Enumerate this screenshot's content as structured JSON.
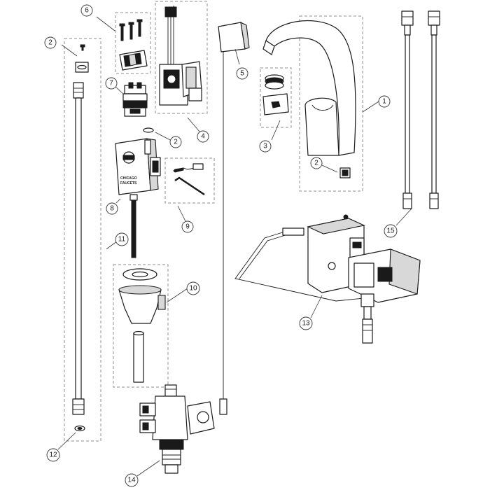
{
  "diagram": {
    "callouts": [
      {
        "id": "c1",
        "label": "1"
      },
      {
        "id": "c2a",
        "label": "2"
      },
      {
        "id": "c2b",
        "label": "2"
      },
      {
        "id": "c2c",
        "label": "2"
      },
      {
        "id": "c3",
        "label": "3"
      },
      {
        "id": "c4",
        "label": "4"
      },
      {
        "id": "c5",
        "label": "5"
      },
      {
        "id": "c6",
        "label": "6"
      },
      {
        "id": "c7",
        "label": "7"
      },
      {
        "id": "c8",
        "label": "8"
      },
      {
        "id": "c9",
        "label": "9"
      },
      {
        "id": "c10",
        "label": "10"
      },
      {
        "id": "c11",
        "label": "11"
      },
      {
        "id": "c12",
        "label": "12"
      },
      {
        "id": "c13",
        "label": "13"
      },
      {
        "id": "c14",
        "label": "14"
      },
      {
        "id": "c15",
        "label": "15"
      }
    ],
    "embossed_text": {
      "brand_line1": "CHICAGO",
      "brand_line2": "FAUCETS"
    }
  }
}
